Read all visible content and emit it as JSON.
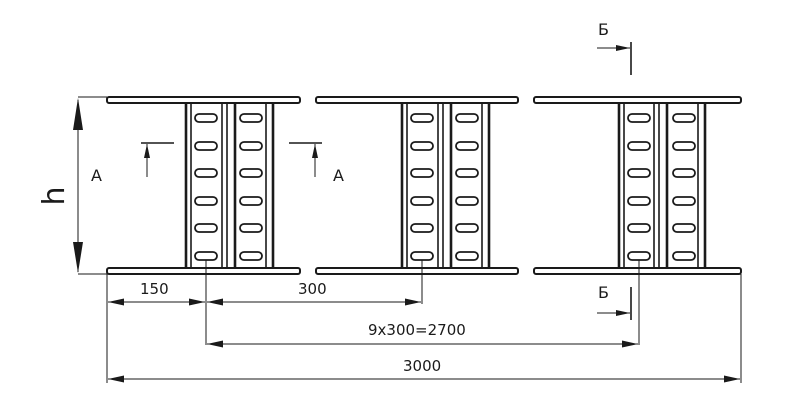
{
  "drawing": {
    "subject": "cable ladder tray with rungs",
    "height_label": "h",
    "section_a": {
      "left_label": "A",
      "right_label": "A"
    },
    "section_b": {
      "top_label": "Б",
      "bottom_label": "Б"
    },
    "dimensions": {
      "first_rung_offset": "150",
      "rung_pitch": "300",
      "rung_total": "9x300=2700",
      "overall_length": "3000"
    },
    "segments_shown": 3,
    "rungs_per_segment": 1,
    "slots_per_rung_column": 6,
    "line_color": "#1a1a1a",
    "background": "#ffffff"
  }
}
